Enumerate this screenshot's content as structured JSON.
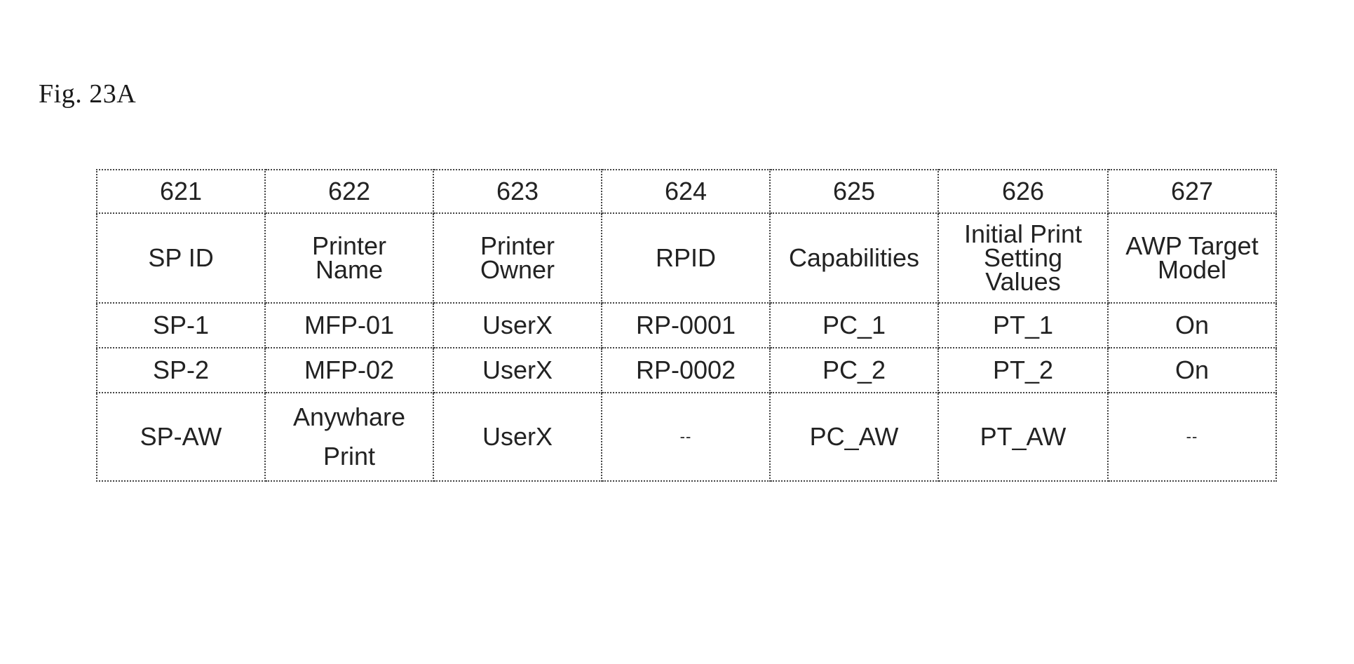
{
  "figure": {
    "label": "Fig. 23A"
  },
  "table": {
    "ref_numbers": [
      "621",
      "622",
      "623",
      "624",
      "625",
      "626",
      "627"
    ],
    "headers": [
      "SP ID",
      "Printer\nName",
      "Printer\nOwner",
      "RPID",
      "Capabilities",
      "Initial Print\nSetting\nValues",
      "AWP Target\nModel"
    ],
    "rows": [
      [
        "SP-1",
        "MFP-01",
        "UserX",
        "RP-0001",
        "PC_1",
        "PT_1",
        "On"
      ],
      [
        "SP-2",
        "MFP-02",
        "UserX",
        "RP-0002",
        "PC_2",
        "PT_2",
        "On"
      ],
      [
        "SP-AW",
        "Anywhare\nPrint",
        "UserX",
        "--",
        "PC_AW",
        "PT_AW",
        "--"
      ]
    ]
  }
}
